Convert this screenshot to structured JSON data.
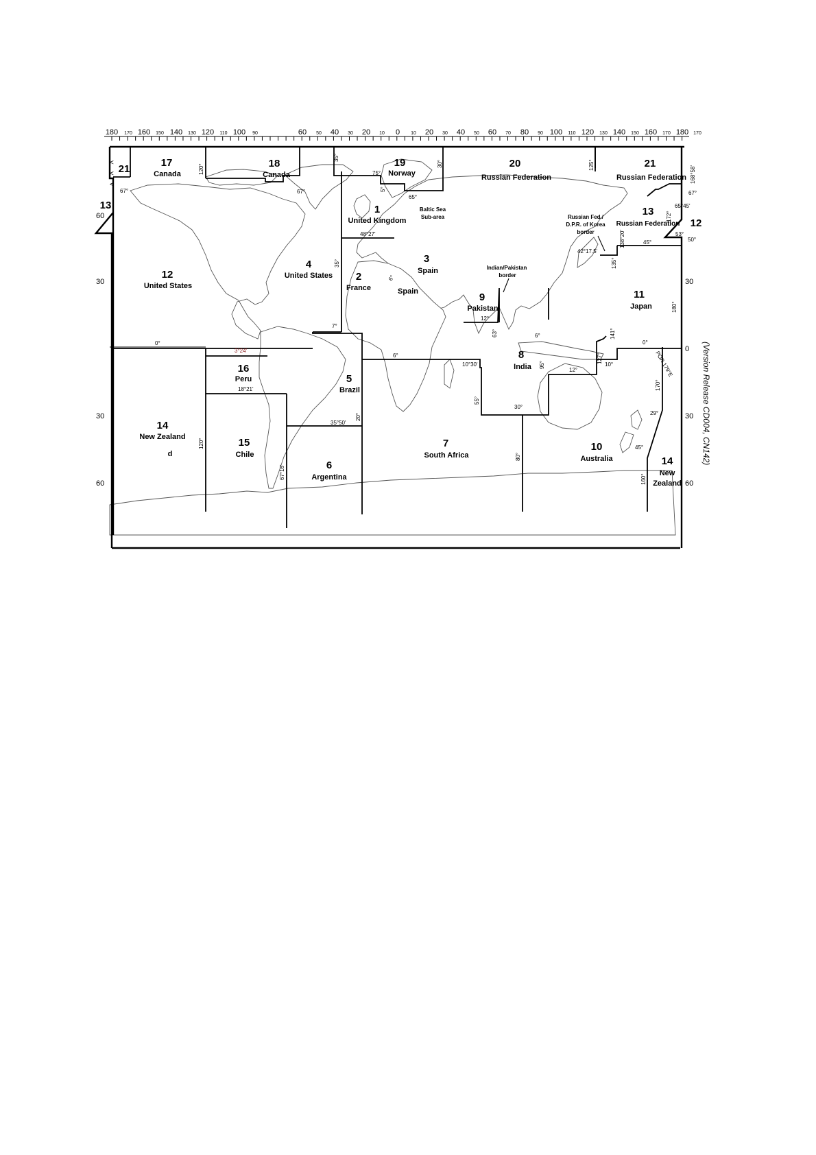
{
  "map": {
    "version_note": "(Version Release CD004, CN142)",
    "top_scale": [
      "180",
      "170",
      "160",
      "150",
      "140",
      "130",
      "120",
      "110",
      "100",
      "90",
      "60",
      "50",
      "40",
      "30",
      "20",
      "10",
      "0",
      "10",
      "20",
      "30",
      "40",
      "50",
      "60",
      "70",
      "80",
      "90",
      "100",
      "110",
      "120",
      "130",
      "140",
      "150",
      "160",
      "170",
      "180",
      "170"
    ],
    "left_lat": [
      "60",
      "30",
      "30",
      "60"
    ],
    "right_lat": [
      "30",
      "0",
      "30",
      "60"
    ],
    "regions": [
      {
        "num": "1",
        "name": "United Kingdom"
      },
      {
        "num": "2",
        "name": "France"
      },
      {
        "num": "3",
        "name": "Spain"
      },
      {
        "num": "4",
        "name": "United States"
      },
      {
        "num": "5",
        "name": "Brazil"
      },
      {
        "num": "6",
        "name": "Argentina"
      },
      {
        "num": "7",
        "name": "South Africa"
      },
      {
        "num": "8",
        "name": "India"
      },
      {
        "num": "9",
        "name": "Pakistan"
      },
      {
        "num": "10",
        "name": "Australia"
      },
      {
        "num": "11",
        "name": "Japan"
      },
      {
        "num": "12",
        "name": "United States"
      },
      {
        "num": "13",
        "name": "Russian Federation"
      },
      {
        "num": "14",
        "name": "New Zealand"
      },
      {
        "num": "15",
        "name": "Chile"
      },
      {
        "num": "16",
        "name": "Peru"
      },
      {
        "num": "17",
        "name": "Canada"
      },
      {
        "num": "18",
        "name": "Canada"
      },
      {
        "num": "19",
        "name": "Norway"
      },
      {
        "num": "20",
        "name": "Russian Federation"
      },
      {
        "num": "21",
        "name": "Russian Federation"
      }
    ],
    "extra_labels": {
      "num_21_west": "21",
      "num_13_west": "13",
      "num_12_east": "12",
      "num_14_east": "14",
      "spain_africa": "Spain",
      "zealand_d": "d",
      "baltic": [
        "Baltic Sea",
        "Sub-area"
      ],
      "indo_pak": [
        "Indian/Pakistan",
        "border"
      ],
      "rus_dprk": [
        "Russian Fed./",
        "D.P.R. of Korea",
        "border"
      ],
      "nz_east": [
        "New",
        "Zealand"
      ]
    },
    "degrees": {
      "d67_w": "67°",
      "d120_a": "120°",
      "d67_b": "67°",
      "d35_a": "35°",
      "d75": "75°",
      "d5": "5°",
      "d65": "65°",
      "d30_a": "30°",
      "d125": "125°",
      "d168": "168°58'",
      "d67_e": "67°",
      "d65_45": "65°45'",
      "d172": "172°",
      "d138": "138°20'",
      "d53": "53°",
      "d50": "50°",
      "d45": "45°",
      "d42": "42°17.5'",
      "d135": "135°",
      "d48": "48°27'",
      "d35_b": "35°",
      "d6_a": "6°",
      "d7": "7°",
      "d0_a": "0°",
      "d3_24": "3°24'",
      "d18_21": "18°21'",
      "d6_b": "6°",
      "d10_30": "10°30'",
      "d63": "63°",
      "d12_a": "12°",
      "d6_c": "6°",
      "d95": "95°",
      "d141": "141°",
      "d0_b": "0°",
      "d180": "180°",
      "d127": "127°",
      "d10_b": "10°",
      "d12_b": "12°",
      "d_por": "POR 179°E",
      "d170": "170°",
      "d29": "29°",
      "d45_b": "45°",
      "d160": "160°",
      "d120_b": "120°",
      "d35_50": "35°50'",
      "d20": "20°",
      "d55": "55°",
      "d30_b": "30°",
      "d80": "80°",
      "d67_16": "67°16'"
    }
  }
}
